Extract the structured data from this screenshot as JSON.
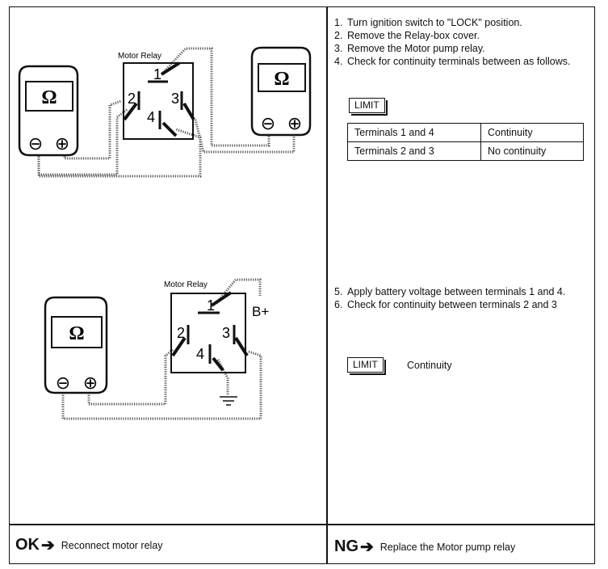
{
  "diagram1": {
    "relay_label": "Motor  Relay",
    "terminals": [
      "1",
      "2",
      "3",
      "4"
    ],
    "meter_symbol": "Ω",
    "meter_minus": "⊖",
    "meter_plus": "⊕"
  },
  "diagram2": {
    "relay_label": "Motor  Relay",
    "terminals": [
      "1",
      "2",
      "3",
      "4"
    ],
    "battery_label": "B+",
    "meter_symbol": "Ω",
    "meter_minus": "⊖",
    "meter_plus": "⊕"
  },
  "steps_top": [
    {
      "num": "1.",
      "text": "Turn ignition switch to \"LOCK\" position."
    },
    {
      "num": "2.",
      "text": "Remove the Relay-box cover."
    },
    {
      "num": "3.",
      "text": "Remove the Motor pump relay."
    },
    {
      "num": "4.",
      "text": "Check for continuity terminals between as follows."
    }
  ],
  "limit_label": "LIMIT",
  "limit_table": [
    {
      "terminals": "Terminals 1 and 4",
      "result": "Continuity"
    },
    {
      "terminals": "Terminals 2 and 3",
      "result": "No continuity"
    }
  ],
  "steps_bottom": [
    {
      "num": "5.",
      "text": "Apply battery voltage between terminals 1 and 4."
    },
    {
      "num": "6.",
      "text": "Check for continuity between terminals 2 and  3"
    }
  ],
  "limit2_label": "LIMIT",
  "limit2_value": "Continuity",
  "ok": {
    "label": "OK",
    "arrow": "➔",
    "text": "Reconnect motor relay"
  },
  "ng": {
    "label": "NG",
    "arrow": "➔",
    "text": "Replace the Motor pump relay"
  }
}
